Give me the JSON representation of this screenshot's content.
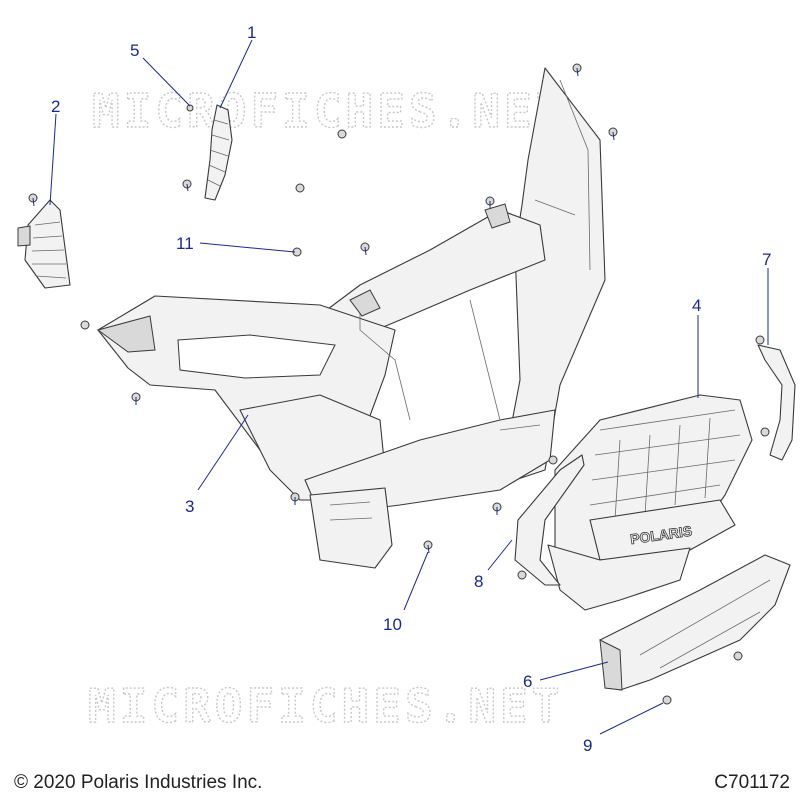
{
  "watermark": "MICROFICHES.NET",
  "callouts": [
    "1",
    "2",
    "3",
    "4",
    "5",
    "6",
    "7",
    "8",
    "9",
    "10",
    "11"
  ],
  "logo_text": "POLARIS",
  "footer": {
    "copyright": "© 2020 Polaris Industries Inc.",
    "drawing_number": "C701172"
  }
}
